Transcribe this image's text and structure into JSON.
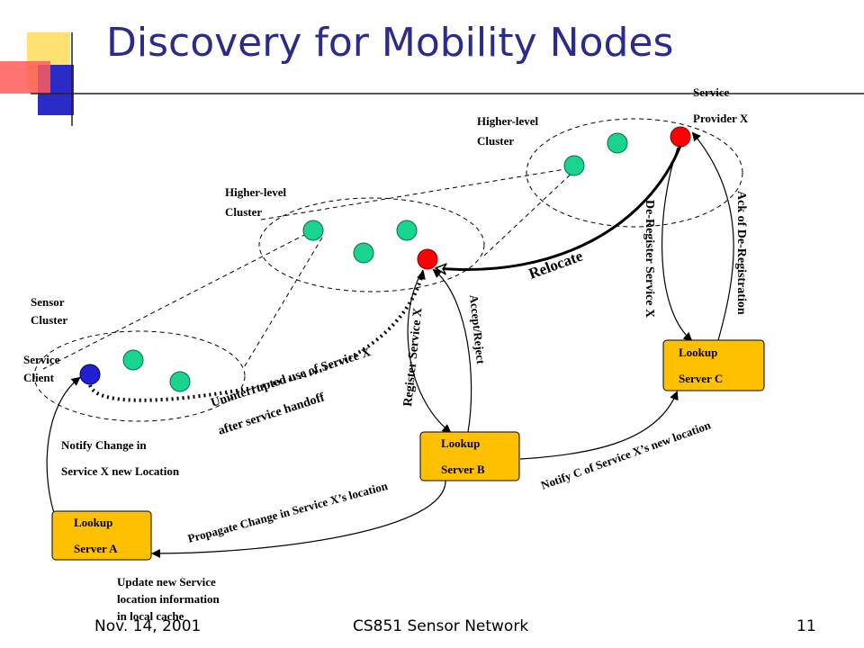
{
  "title": "Discovery for Mobility Nodes",
  "footer": {
    "date": "Nov. 14, 2001",
    "course": "CS851 Sensor Network",
    "page": "11"
  },
  "clusters": {
    "top": [
      "Higher-level",
      "Cluster"
    ],
    "mid": [
      "Higher-level",
      "Cluster"
    ],
    "sensor": [
      "Sensor",
      "Cluster"
    ]
  },
  "labels": {
    "service_provider": [
      "Service",
      "Provider X"
    ],
    "service_client": [
      "Service",
      "Client"
    ],
    "relocate": "Relocate",
    "deregister": "De-Register Service X",
    "ack_dereg": "Ack of De-Registration",
    "register": "Register Service X",
    "accept_reject": "Accept/Reject",
    "uninterrupted": [
      "Uninterrupted use of Service X",
      "after service handoff"
    ],
    "notify_change": [
      "Notify Change in",
      "Service X new Location"
    ],
    "propagate": "Propagate Change in Service X’s location",
    "notify_c": "Notify C of Service X’s new location",
    "update": [
      "Update new Service",
      "location information",
      "in local cache"
    ]
  },
  "servers": {
    "a": [
      "Lookup",
      "Server A"
    ],
    "b": [
      "Lookup",
      "Server B"
    ],
    "c": [
      "Lookup",
      "Server C"
    ]
  },
  "colors": {
    "title": "#2b2b8c",
    "node_green": "#19d48e",
    "node_red": "#ff0000",
    "node_blue": "#2020d0",
    "server_fill": "#ffc000"
  }
}
